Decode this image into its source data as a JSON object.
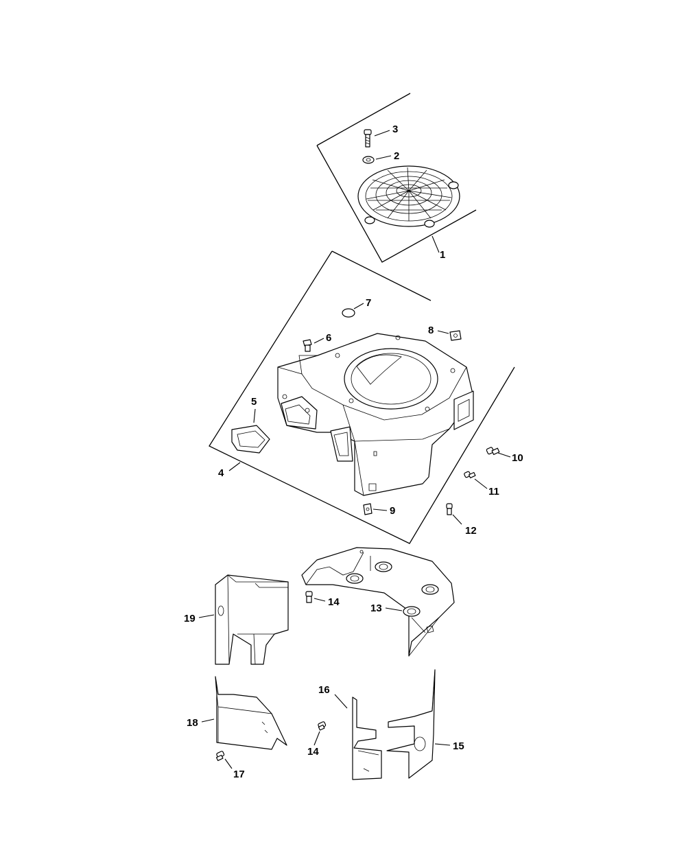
{
  "callouts": {
    "c1": "1",
    "c2": "2",
    "c3": "3",
    "c4": "4",
    "c5": "5",
    "c6": "6",
    "c7": "7",
    "c8": "8",
    "c9": "9",
    "c10": "10",
    "c11": "11",
    "c12": "12",
    "c13": "13",
    "c14a": "14",
    "c14b": "14",
    "c15": "15",
    "c16": "16",
    "c17": "17",
    "c18": "18",
    "c19": "19"
  }
}
